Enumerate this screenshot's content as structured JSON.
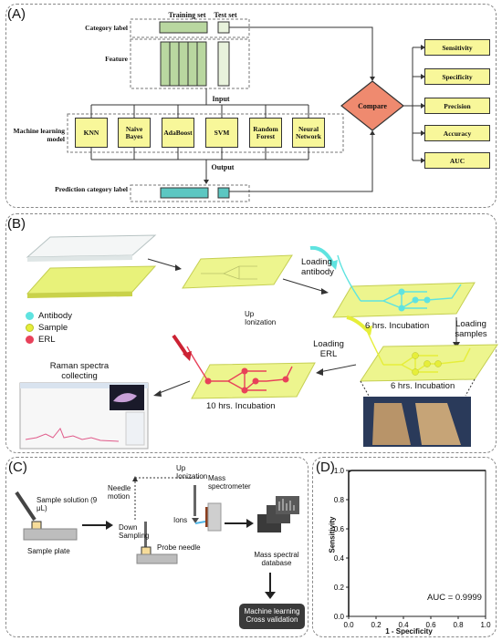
{
  "panel_a": {
    "label": "(A)",
    "training_set": "Training set",
    "test_set": "Test set",
    "category_label": "Category label",
    "feature": "Feature",
    "input": "Input",
    "ml_model": "Machine learning model",
    "models": [
      "KNN",
      "Naive Bayes",
      "AdaBoost",
      "SVM",
      "Random Forest",
      "Neural Network"
    ],
    "output": "Output",
    "prediction_label": "Prediction category label",
    "compare": "Compare",
    "metrics": [
      "Sensitivity",
      "Specificity",
      "Precision",
      "Accuracy",
      "AUC"
    ],
    "colors": {
      "box_yellow": "#f8f79a",
      "feature_green": "#b9d7a0",
      "compare_orange": "#ef8a6f",
      "teal": "#5cc7c2"
    }
  },
  "panel_b": {
    "label": "(B)",
    "loading_antibody": "Loading antibody",
    "up_ionization": "Up Ionization",
    "incubation_6a": "6 hrs. Incubation",
    "loading_samples": "Loading samples",
    "incubation_6b": "6 hrs. Incubation",
    "loading_erl": "Loading ERL",
    "incubation_10": "10 hrs. Incubation",
    "raman": "Raman spectra collecting",
    "legend": [
      {
        "name": "Antibody",
        "color": "#5fe3e0"
      },
      {
        "name": "Sample",
        "color": "#e6ee3a"
      },
      {
        "name": "ERL",
        "color": "#e8415a"
      }
    ]
  },
  "panel_c": {
    "label": "(C)",
    "sample_solution": "Sample solution (9 μL)",
    "sample_plate": "Sample plate",
    "needle_motion": "Needle motion",
    "up_ionization": "Up Ionization",
    "mass_spectrometer": "Mass spectrometer",
    "ions": "Ions",
    "down_sampling": "Down Sampling",
    "probe_needle": "Probe needle",
    "database": "Mass spectral database",
    "ml_cv": "Machine learning Cross validation"
  },
  "panel_d": {
    "label": "(D)"
  },
  "chart_data": {
    "type": "line",
    "xlabel": "1 - Specificity",
    "ylabel": "Sensitivity",
    "xlim": [
      0.0,
      1.0
    ],
    "ylim": [
      0.0,
      1.0
    ],
    "x_ticks": [
      "0.0",
      "0.2",
      "0.4",
      "0.6",
      "0.8",
      "1.0"
    ],
    "y_ticks": [
      "0.0",
      "0.2",
      "0.4",
      "0.6",
      "0.8",
      "1.0"
    ],
    "annotation": "AUC = 0.9999",
    "x": [
      0.0,
      0.0,
      0.02,
      1.0
    ],
    "y": [
      0.0,
      0.99,
      1.0,
      1.0
    ],
    "grid": false
  }
}
